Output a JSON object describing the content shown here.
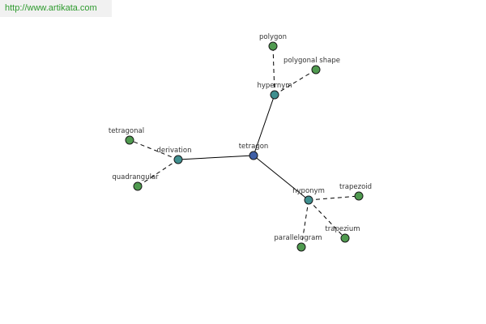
{
  "source_url": "http://www.artikata.com",
  "colors": {
    "center": "#3f5fa6",
    "relation": "#3f8f8f",
    "term": "#4f9a4f",
    "banner_text": "#2d9a2d"
  },
  "nodes": [
    {
      "id": "tetragon",
      "label": "tetragon",
      "kind": "center"
    },
    {
      "id": "hypernym",
      "label": "hypernym",
      "kind": "relation"
    },
    {
      "id": "derivation",
      "label": "derivation",
      "kind": "relation"
    },
    {
      "id": "hyponym",
      "label": "hyponym",
      "kind": "relation"
    },
    {
      "id": "polygon",
      "label": "polygon",
      "kind": "term"
    },
    {
      "id": "polygonal-shape",
      "label": "polygonal shape",
      "kind": "term"
    },
    {
      "id": "tetragonal",
      "label": "tetragonal",
      "kind": "term"
    },
    {
      "id": "quadrangular",
      "label": "quadrangular",
      "kind": "term"
    },
    {
      "id": "trapezoid",
      "label": "trapezoid",
      "kind": "term"
    },
    {
      "id": "trapezium",
      "label": "trapezium",
      "kind": "term"
    },
    {
      "id": "parallelogram",
      "label": "parallelogram",
      "kind": "term"
    }
  ],
  "edges": [
    {
      "from": "tetragon",
      "to": "hypernym",
      "style": "solid"
    },
    {
      "from": "tetragon",
      "to": "derivation",
      "style": "solid"
    },
    {
      "from": "tetragon",
      "to": "hyponym",
      "style": "solid"
    },
    {
      "from": "hypernym",
      "to": "polygon",
      "style": "dashed"
    },
    {
      "from": "hypernym",
      "to": "polygonal-shape",
      "style": "dashed"
    },
    {
      "from": "derivation",
      "to": "tetragonal",
      "style": "dashed"
    },
    {
      "from": "derivation",
      "to": "quadrangular",
      "style": "dashed"
    },
    {
      "from": "hyponym",
      "to": "trapezoid",
      "style": "dashed"
    },
    {
      "from": "hyponym",
      "to": "trapezium",
      "style": "dashed"
    },
    {
      "from": "hyponym",
      "to": "parallelogram",
      "style": "dashed"
    }
  ]
}
